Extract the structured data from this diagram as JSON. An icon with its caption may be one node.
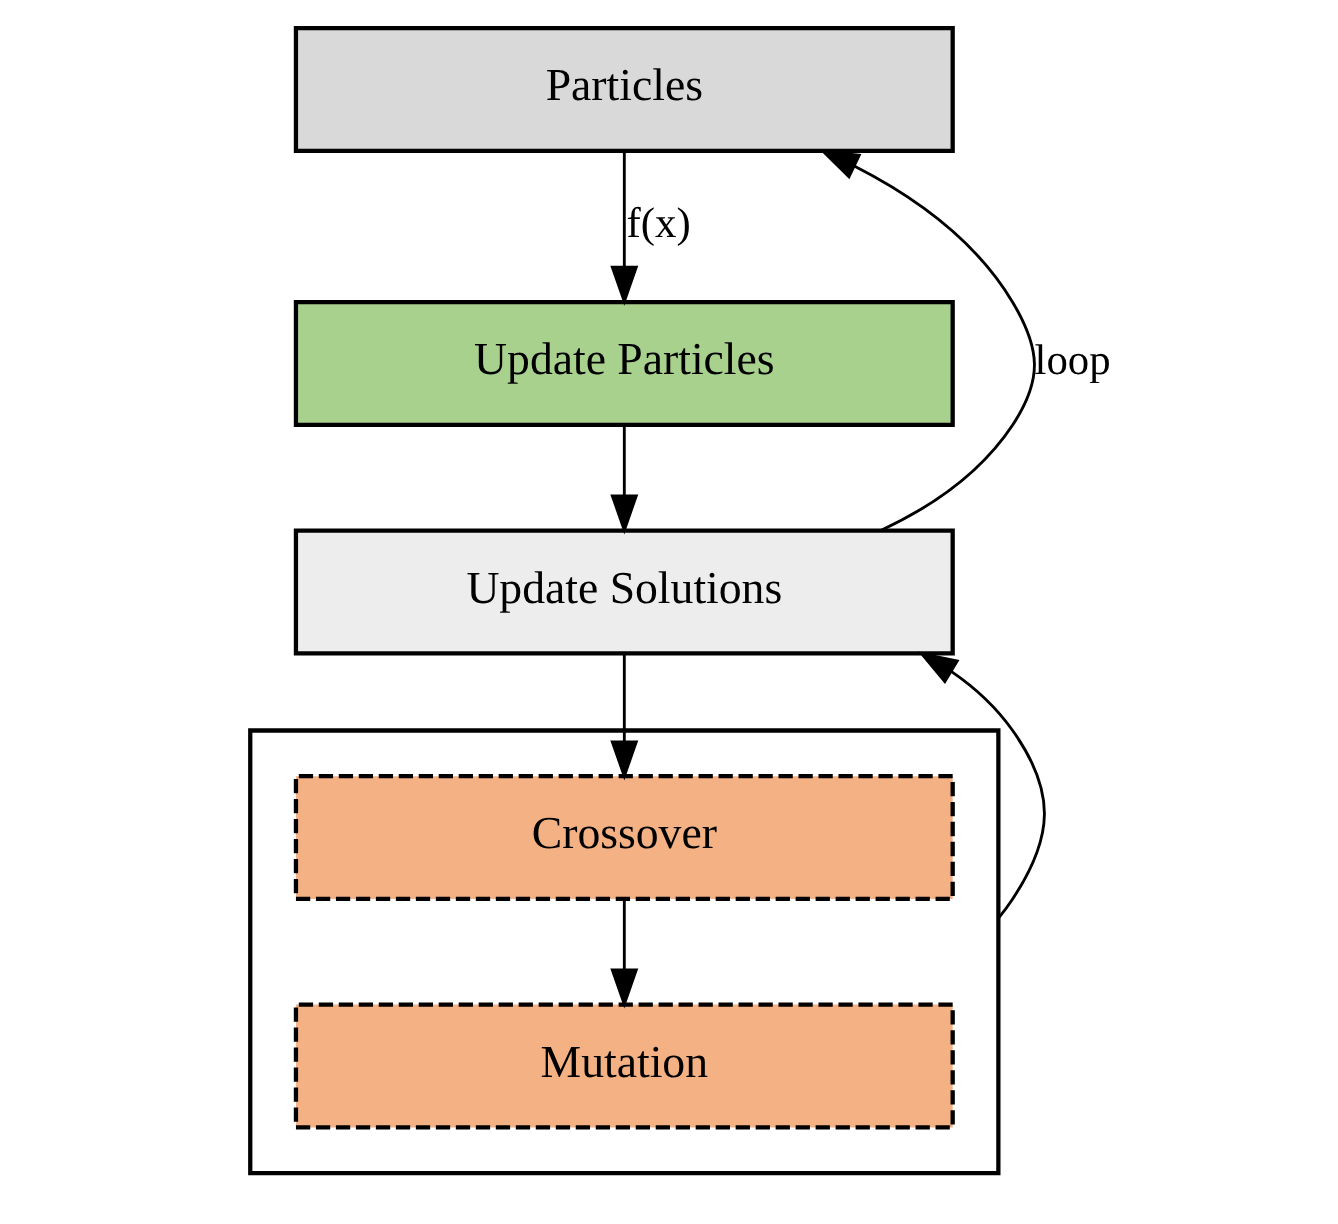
{
  "diagram": {
    "nodes": [
      {
        "text": [
          "Particles"
        ]
      },
      {
        "text": [
          "Update Particles"
        ]
      },
      {
        "text": [
          "Update Solutions"
        ]
      },
      {
        "text": [],
        "shape": "box"
      },
      {
        "text": [
          "Crossover"
        ],
        "in": 3
      },
      {
        "text": [
          "Mutation"
        ],
        "in": 3
      }
    ],
    "edges": [
      {
        "from": 0,
        "to": 1,
        "arrow": "to",
        "label": "f(x)"
      },
      {
        "from": 1,
        "to": 2,
        "arrow": "to"
      },
      {
        "from": 2,
        "to": 0,
        "arrow": "to",
        "label": "loop"
      },
      {
        "from": 2,
        "to": 4,
        "arrow": "to"
      },
      {
        "from": 4,
        "to": 5,
        "arrow": "to"
      },
      {
        "from": 3,
        "to": 2,
        "arrow": "to"
      }
    ]
  }
}
